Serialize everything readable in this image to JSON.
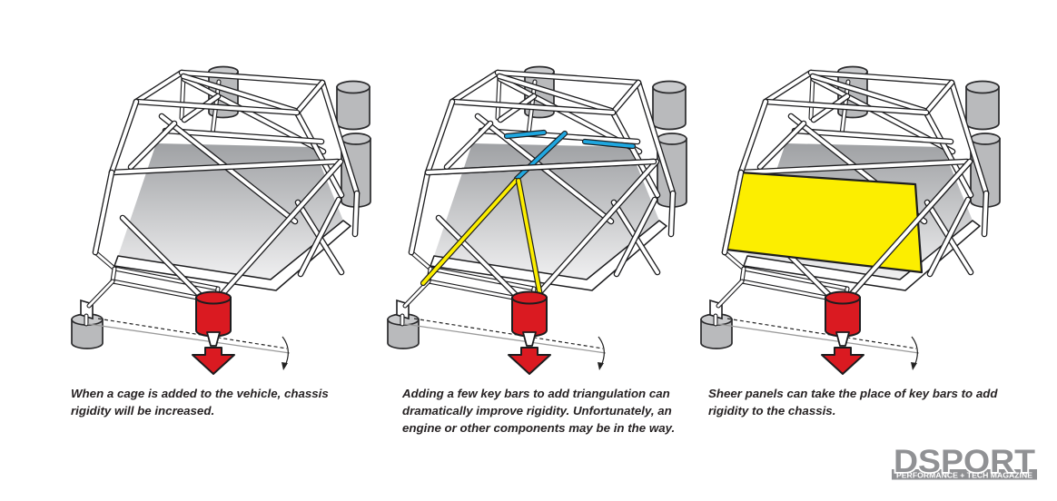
{
  "background": "#ffffff",
  "colors": {
    "tube_outline": "#1d1d1f",
    "tube_fill": "#ffffff",
    "floor_top": "#9fa1a4",
    "floor_bottom": "#f0f0f1",
    "cylinder_gray": "#b9babc",
    "cylinder_top_gray": "#c9cacc",
    "cylinder_outline": "#2a2a2c",
    "load_red": "#da1a21",
    "key_bar_yellow": "#fcee00",
    "sheer_panel_yellow": "#fcee00",
    "key_bar_blue": "#1fa7e0",
    "guide_line_gray": "#9b9b9b",
    "guide_dash_dark": "#222222",
    "caption_text": "#262223",
    "logo_gray": "#909194",
    "logo_text_white": "#ffffff"
  },
  "figures": [
    {
      "id": "cage-basic",
      "caption": "When a cage is added to the vehicle, chassis rigidity will be increased.",
      "overlays": {
        "key_bars": false,
        "sheer_panel": false
      }
    },
    {
      "id": "cage-with-key-bars",
      "caption": "Adding a few key bars to add triangulation can dramatically improve rigidity. Unfortunately, an engine or other components may be in the way.",
      "overlays": {
        "key_bars": true,
        "sheer_panel": false
      }
    },
    {
      "id": "cage-with-sheer-panel",
      "caption": "Sheer panels can take the place of key bars to add rigidity to the chassis.",
      "overlays": {
        "key_bars": false,
        "sheer_panel": true
      }
    }
  ],
  "logo": {
    "title": "DSPORT",
    "tagline": "PERFORMANCE + TECH MAGAZINE"
  }
}
